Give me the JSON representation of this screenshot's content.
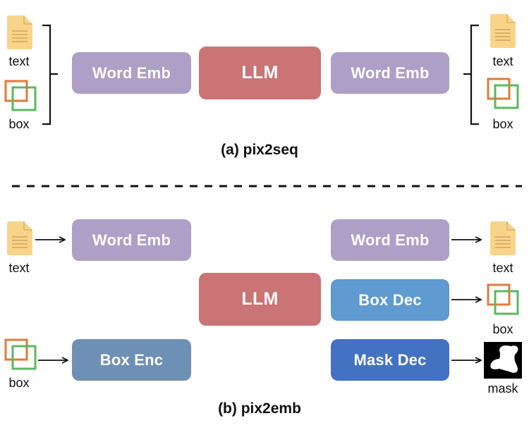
{
  "colors": {
    "word_emb": "#ae9fc6",
    "llm": "#cb7475",
    "box_enc": "#6f90b5",
    "box_dec": "#5f9ad0",
    "mask_dec": "#4472c3",
    "doc_fill": "#f8d48b",
    "box_orange": "#e07b39",
    "box_green": "#5cb85c"
  },
  "pix2seq": {
    "caption": "(a) pix2seq",
    "inputs": [
      {
        "icon": "document-icon",
        "label": "text"
      },
      {
        "icon": "bounding-box-icon",
        "label": "box"
      }
    ],
    "blocks": {
      "word_emb_in": "Word Emb",
      "llm": "LLM",
      "word_emb_out": "Word Emb"
    },
    "outputs": [
      {
        "icon": "document-icon",
        "label": "text"
      },
      {
        "icon": "bounding-box-icon",
        "label": "box"
      }
    ]
  },
  "pix2emb": {
    "caption": "(b) pix2emb",
    "inputs": [
      {
        "icon": "document-icon",
        "label": "text"
      },
      {
        "icon": "bounding-box-icon",
        "label": "box"
      }
    ],
    "blocks": {
      "word_emb_in": "Word Emb",
      "box_enc": "Box Enc",
      "llm": "LLM",
      "word_emb_out": "Word Emb",
      "box_dec": "Box Dec",
      "mask_dec": "Mask Dec"
    },
    "outputs": [
      {
        "icon": "document-icon",
        "label": "text"
      },
      {
        "icon": "bounding-box-icon",
        "label": "box"
      },
      {
        "icon": "mask-icon",
        "label": "mask"
      }
    ]
  }
}
